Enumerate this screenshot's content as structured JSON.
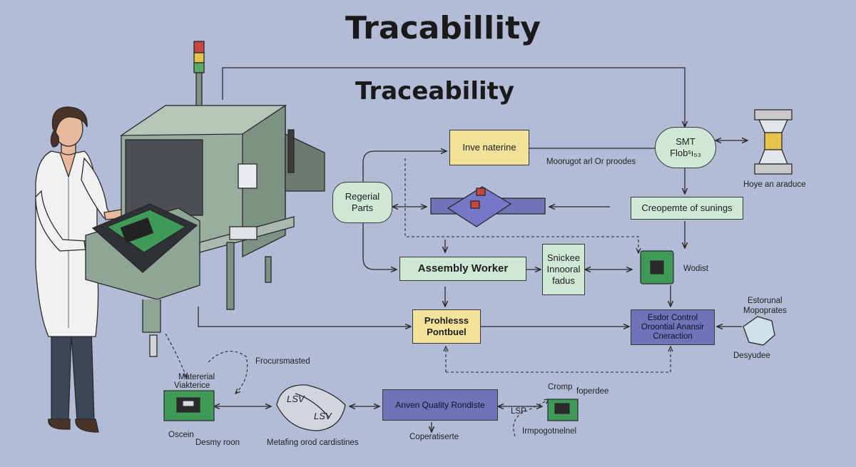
{
  "titles": {
    "main": "Tracabillity",
    "secondary": "Traceability"
  },
  "nodes": {
    "inve_naterine": "Inve naterine",
    "regerial_parts_line1": "Regerial",
    "regerial_parts_line2": "Parts",
    "smt_line1": "SMT",
    "smt_line2": "Flobˢı₅₃",
    "creopemte": "Creopemte of sunings",
    "assembly_worker": "Assembly Worker",
    "snickee_line1": "Snickee",
    "snickee_line2": "Innooral",
    "snickee_line3": "fadus",
    "prohlesss_line1": "Prohlesss",
    "prohlesss_line2": "Pontbuel",
    "esdor_line1": "Esdor Control",
    "esdor_line2": "Oroontial Anansir",
    "esdor_line3": "Cneraction",
    "anven_quality": "Anven Quality Rondiste"
  },
  "labels": {
    "moorugot": "Moorugot arl Or proodes",
    "hoye": "Hoye an araduce",
    "wodist": "Wodist",
    "estorunal": "Estorunal",
    "mopoprates": "Mopoprates",
    "desyudee": "Desyudee",
    "frocursmasted": "Frocursmasted",
    "materical": "Matererial",
    "viakterice": "Viakterice",
    "oscein": "Oscein",
    "desmy_roon": "Desmy roon",
    "metafing": "Metafing orod cardistines",
    "coperatiserte": "Coperatiserte",
    "cromp": "Cromp",
    "foperdee": "foperdee",
    "lsp": "LSP",
    "irmpogotnelnel": "Irmpogotnelnel",
    "lsv_top": "LSV",
    "lsv_bottom": "LSV"
  }
}
